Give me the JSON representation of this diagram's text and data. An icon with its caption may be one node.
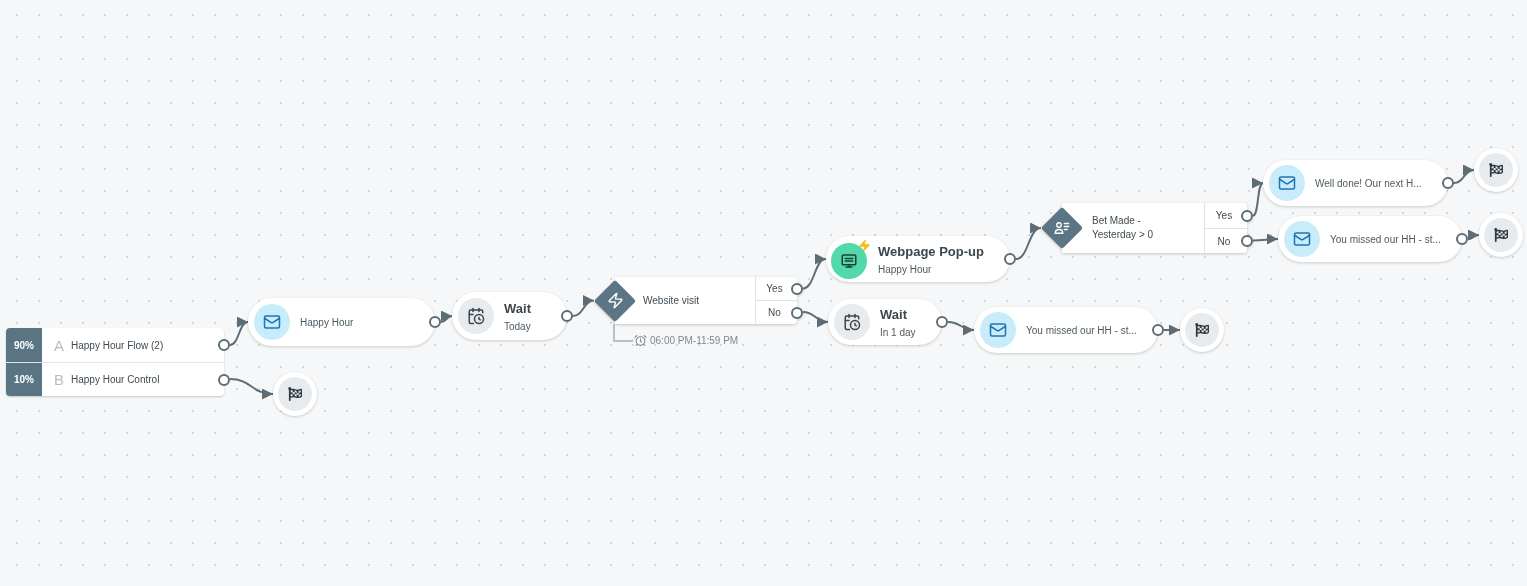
{
  "diagram": {
    "nodes": [
      {
        "text": [
          "90%",
          "A",
          "Happy Hour Flow (2)"
        ]
      },
      {
        "text": [
          "10%",
          "B",
          "Happy Hour Control"
        ]
      },
      {
        "text": [
          "Happy Hour"
        ]
      },
      {
        "text": [],
        "shape": "circle"
      },
      {
        "text": [
          "Wait",
          "Today"
        ]
      },
      {
        "text": [
          "Website visit"
        ],
        "beside": [
          "06:00 PM-11:59 PM"
        ]
      },
      {
        "text": [
          "Yes"
        ],
        "in": 5
      },
      {
        "text": [
          "No"
        ],
        "in": 5
      },
      {
        "text": [
          "Webpage Pop-up",
          "Happy Hour"
        ]
      },
      {
        "text": [
          "Wait",
          "In 1 day"
        ]
      },
      {
        "text": [
          "Bet Made - Yesterday > 0"
        ]
      },
      {
        "text": [
          "Yes"
        ],
        "in": 10
      },
      {
        "text": [
          "No"
        ],
        "in": 10
      },
      {
        "text": [
          "Well done! Our next H..."
        ]
      },
      {
        "text": [
          "You missed our HH - st..."
        ]
      },
      {
        "text": [],
        "shape": "circle"
      },
      {
        "text": [],
        "shape": "circle"
      },
      {
        "text": [
          "You missed our HH - st..."
        ]
      },
      {
        "text": [],
        "shape": "circle"
      }
    ],
    "edges": [
      {
        "from": 0,
        "to": 2,
        "arrow": "to"
      },
      {
        "from": 1,
        "to": 3,
        "arrow": "to"
      },
      {
        "from": 2,
        "to": 4,
        "arrow": "to"
      },
      {
        "from": 4,
        "to": 5,
        "arrow": "to"
      },
      {
        "from": 6,
        "to": 8,
        "arrow": "to"
      },
      {
        "from": 7,
        "to": 9,
        "arrow": "to"
      },
      {
        "from": 8,
        "to": 10,
        "arrow": "to"
      },
      {
        "from": 9,
        "to": 17,
        "arrow": "to"
      },
      {
        "from": 11,
        "to": 13,
        "arrow": "to"
      },
      {
        "from": 12,
        "to": 14,
        "arrow": "to"
      },
      {
        "from": 13,
        "to": 15,
        "arrow": "to"
      },
      {
        "from": 14,
        "to": 16,
        "arrow": "to"
      },
      {
        "from": 17,
        "to": 18,
        "arrow": "to"
      }
    ]
  }
}
